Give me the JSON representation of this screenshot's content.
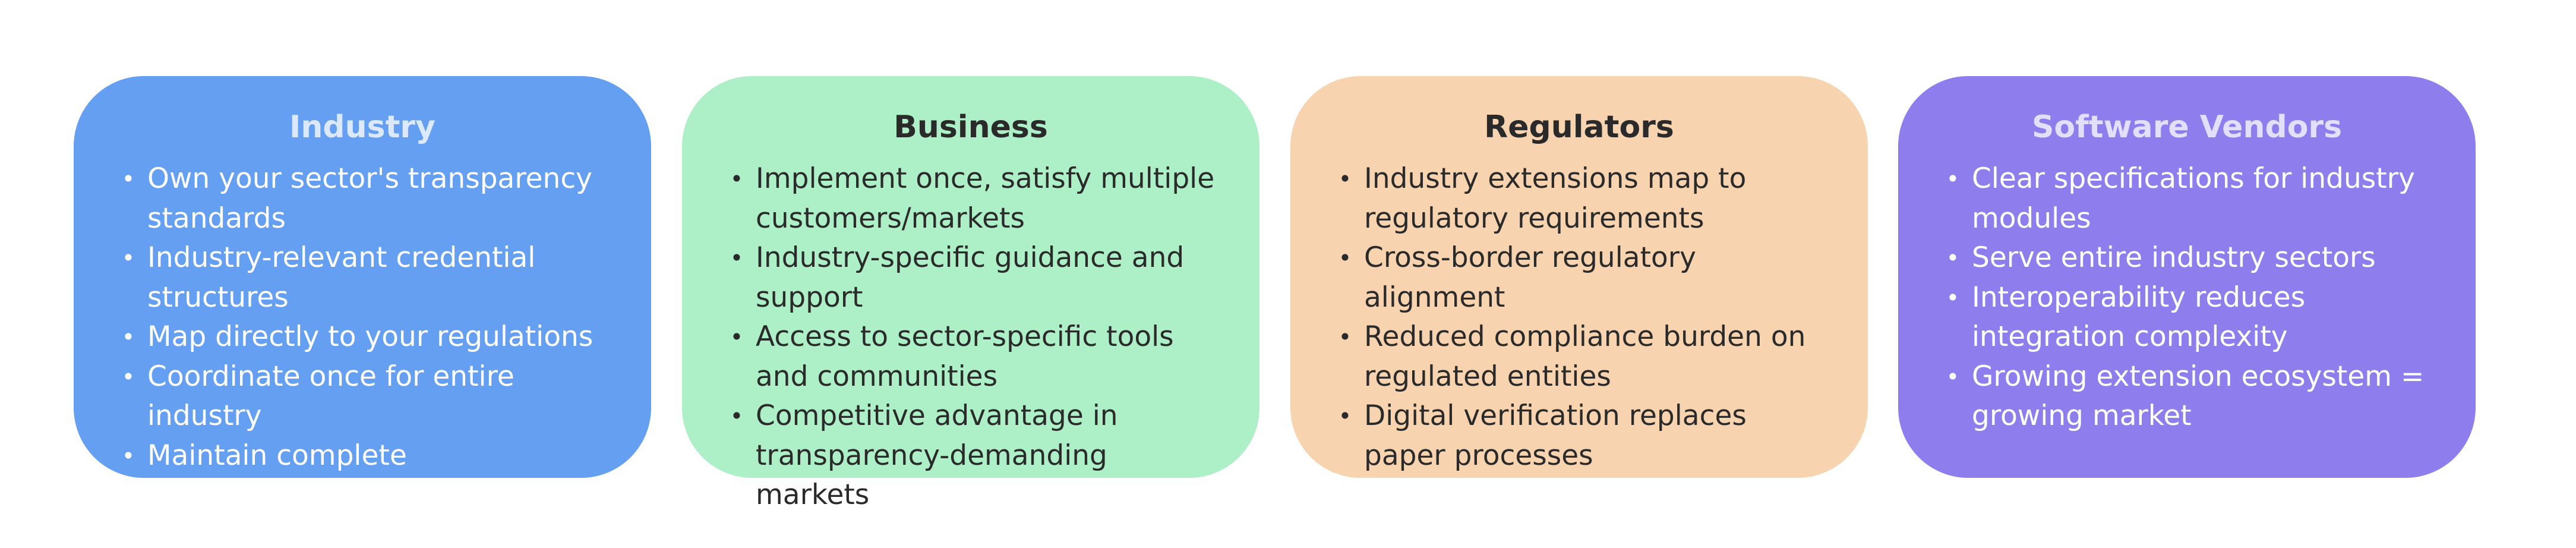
{
  "cards": [
    {
      "title": "Industry",
      "color": "#649FF2",
      "items": [
        "Own your sector's transparency standards",
        "Industry-relevant credential structures",
        "Map directly to your regulations",
        "Coordinate once for entire industry",
        "Maintain complete interoperability"
      ]
    },
    {
      "title": "Business",
      "color": "#ADEFC7",
      "items": [
        "Implement once, satisfy multiple customers/markets",
        "Industry-specific guidance and support",
        "Access to sector-specific tools and communities",
        "Competitive advantage in transparency-demanding markets"
      ]
    },
    {
      "title": "Regulators",
      "color": "#F7D3AF",
      "items": [
        "Industry extensions map to regulatory requirements",
        "Cross-border regulatory alignment",
        "Reduced compliance burden on regulated entities",
        "Digital verification replaces paper processes"
      ]
    },
    {
      "title": "Software Vendors",
      "color": "#8E7EED",
      "items": [
        "Clear specifications for industry modules",
        "Serve entire industry sectors",
        "Interoperability reduces integration complexity",
        "Growing extension ecosystem = growing market"
      ]
    }
  ]
}
